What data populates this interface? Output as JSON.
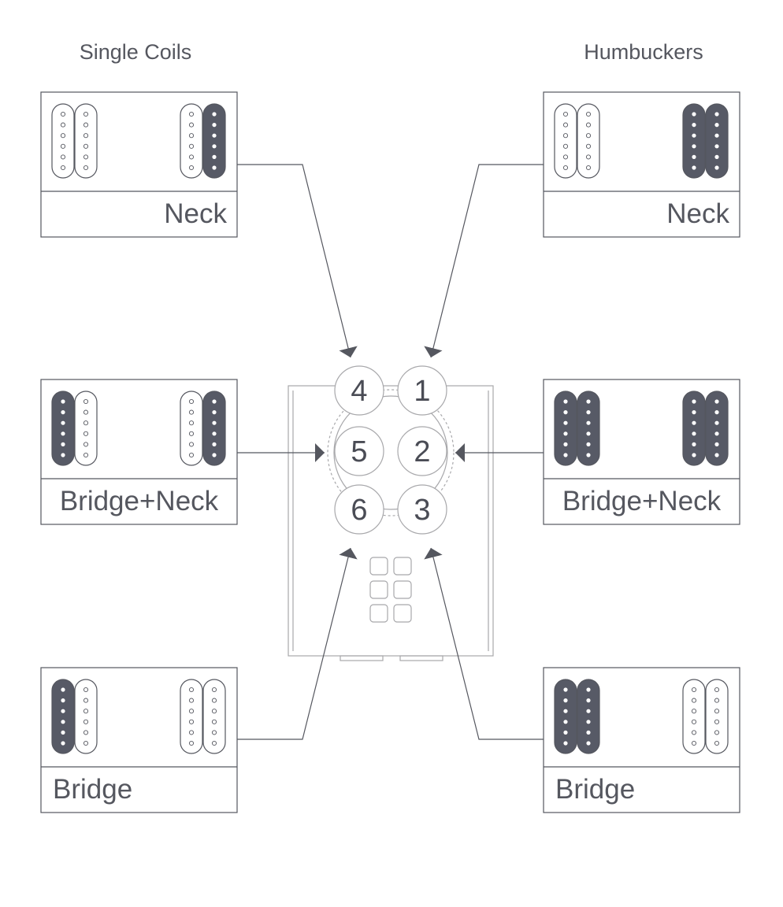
{
  "headings": {
    "left": "Single Coils",
    "right": "Humbuckers"
  },
  "colors": {
    "active": "#575a66",
    "outline": "#55575f",
    "switch": "#a8a8ab",
    "text": "#55575f"
  },
  "single_coils": [
    {
      "label": "Neck",
      "selector_position": "4",
      "left_pickup": [
        false,
        false
      ],
      "right_pickup": [
        false,
        true
      ]
    },
    {
      "label": "Bridge+Neck",
      "selector_position": "5",
      "left_pickup": [
        true,
        false
      ],
      "right_pickup": [
        false,
        true
      ]
    },
    {
      "label": "Bridge",
      "selector_position": "6",
      "left_pickup": [
        true,
        false
      ],
      "right_pickup": [
        false,
        false
      ]
    }
  ],
  "humbuckers": [
    {
      "label": "Neck",
      "selector_position": "1",
      "left_pickup": [
        false,
        false
      ],
      "right_pickup": [
        true,
        true
      ]
    },
    {
      "label": "Bridge+Neck",
      "selector_position": "2",
      "left_pickup": [
        true,
        true
      ],
      "right_pickup": [
        true,
        true
      ]
    },
    {
      "label": "Bridge",
      "selector_position": "3",
      "left_pickup": [
        true,
        true
      ],
      "right_pickup": [
        false,
        false
      ]
    }
  ],
  "switch": {
    "positions": [
      "4",
      "1",
      "5",
      "2",
      "6",
      "3"
    ]
  }
}
